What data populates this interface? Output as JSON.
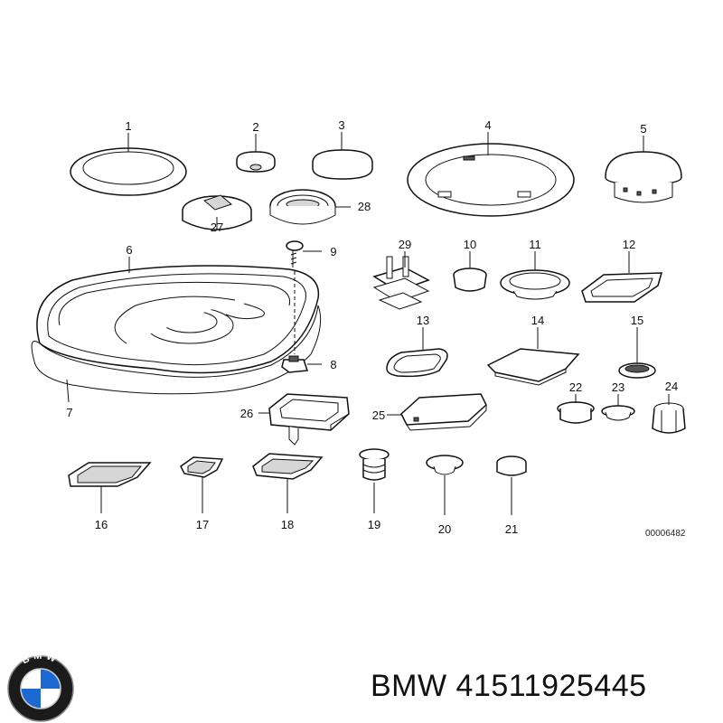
{
  "labels": [
    "1",
    "2",
    "3",
    "4",
    "5",
    "6",
    "7",
    "8",
    "9",
    "10",
    "11",
    "12",
    "13",
    "14",
    "15",
    "16",
    "17",
    "18",
    "19",
    "20",
    "21",
    "22",
    "23",
    "24",
    "25",
    "26",
    "27",
    "28",
    "29"
  ],
  "reference_code": "00006482",
  "caption": {
    "brand": "BMW",
    "part_number": "41511925445"
  },
  "logo": {
    "letters": "BMW",
    "ring_color": "#1b1b1b",
    "blue": "#1c69d4",
    "white": "#ffffff"
  }
}
